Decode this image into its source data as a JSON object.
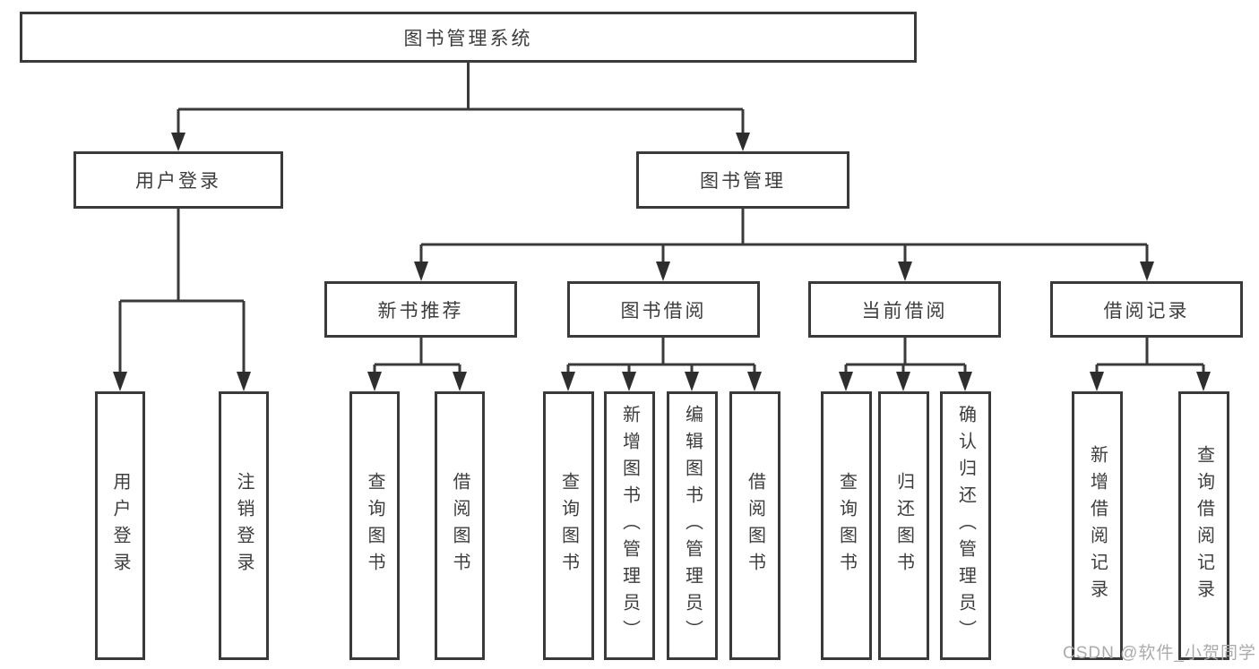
{
  "diagram_title": "图书管理系统",
  "tree": {
    "label": "图书管理系统",
    "children": [
      {
        "label": "用户登录",
        "children": [
          {
            "label": "用户登录"
          },
          {
            "label": "注销登录"
          }
        ]
      },
      {
        "label": "图书管理",
        "children": [
          {
            "label": "新书推荐",
            "children": [
              {
                "label": "查询图书"
              },
              {
                "label": "借阅图书"
              }
            ]
          },
          {
            "label": "图书借阅",
            "children": [
              {
                "label": "查询图书"
              },
              {
                "label": "新增图书（管理员）"
              },
              {
                "label": "编辑图书（管理员）"
              },
              {
                "label": "借阅图书"
              }
            ]
          },
          {
            "label": "当前借阅",
            "children": [
              {
                "label": "查询图书"
              },
              {
                "label": "归还图书"
              },
              {
                "label": "确认归还（管理员）"
              }
            ]
          },
          {
            "label": "借阅记录",
            "children": [
              {
                "label": "新增借阅记录"
              },
              {
                "label": "查询借阅记录"
              }
            ]
          }
        ]
      }
    ]
  },
  "watermark": "CSDN @软件_小贺同学",
  "colors": {
    "line": "#3a3a3a",
    "arrow": "#2e2e2e",
    "text": "#3d3d3d",
    "watermark": "#ababab",
    "background": "#ffffff"
  }
}
